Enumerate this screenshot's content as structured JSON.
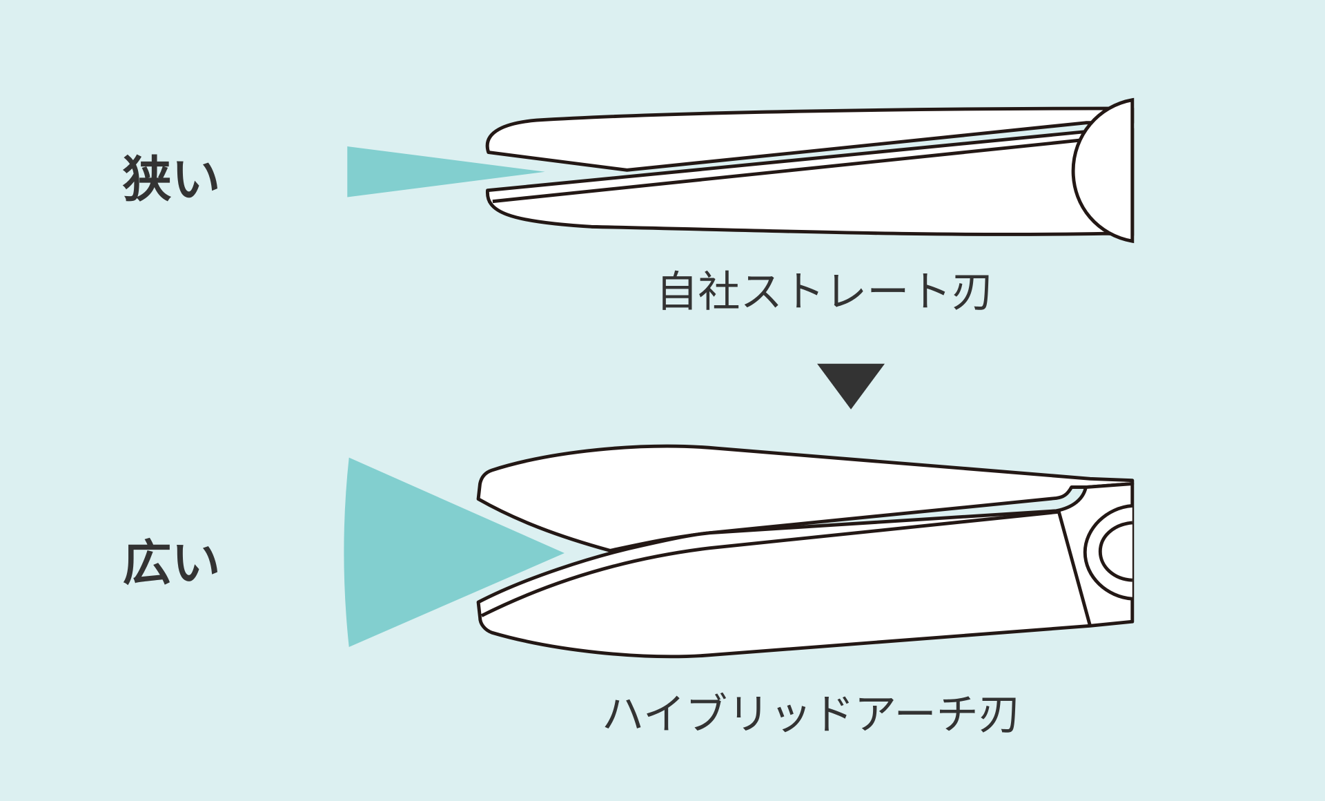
{
  "colors": {
    "background": "#dcf0f1",
    "accent": "#82cfcf",
    "stroke": "#231815",
    "text": "#333333"
  },
  "top": {
    "side_label": "狭い",
    "caption": "自社ストレート刃"
  },
  "arrow": {
    "icon": "down-triangle-icon"
  },
  "bottom": {
    "side_label": "広い",
    "caption": "ハイブリッドアーチ刃"
  }
}
